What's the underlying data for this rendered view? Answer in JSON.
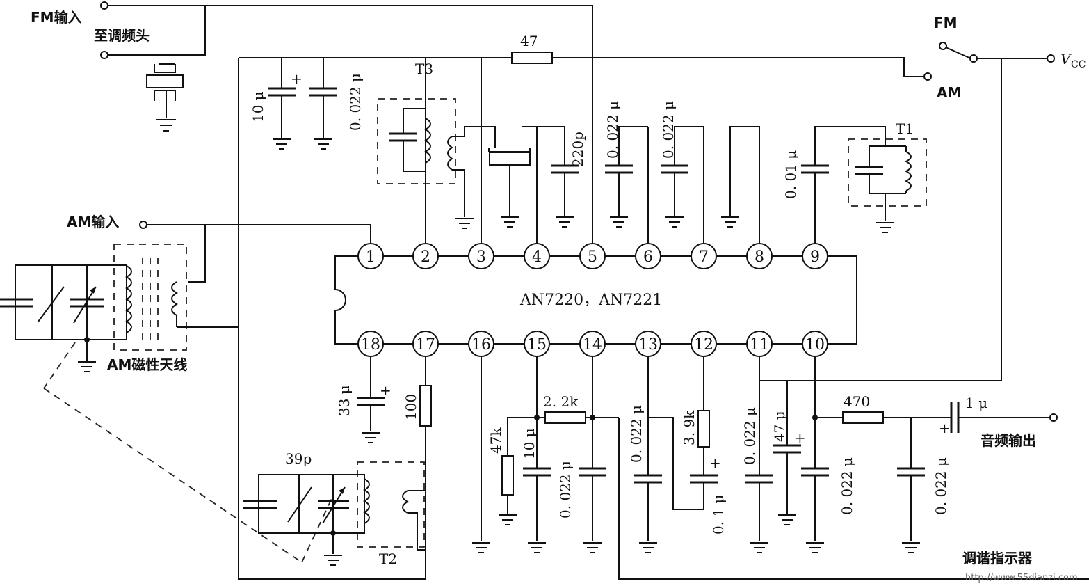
{
  "ic": {
    "name": "AN7220，AN7221"
  },
  "pins_top": [
    "1",
    "2",
    "3",
    "4",
    "5",
    "6",
    "7",
    "8",
    "9"
  ],
  "pins_bottom": [
    "18",
    "17",
    "16",
    "15",
    "14",
    "13",
    "12",
    "11",
    "10"
  ],
  "labels": {
    "fm_input": "FM输入",
    "fm_tuner": "至调频头",
    "am_input": "AM输入",
    "am_antenna": "AM磁性天线",
    "audio_out": "音频输出",
    "tuning_indicator": "调谐指示器",
    "switch_fm": "FM",
    "switch_am": "AM",
    "vcc": "V",
    "vcc_sub": "CC",
    "t1": "T1",
    "t2": "T2",
    "t3": "T3"
  },
  "components": {
    "r_47": "47",
    "c_10u": "10 μ",
    "c_0022_top": "0. 022 μ",
    "c_220p": "220p",
    "c_0022_p5": "0. 022 μ",
    "c_0022_p6": "0. 022 μ",
    "c_001": "0. 01 μ",
    "c_33u": "33 μ",
    "r_100": "100",
    "c_39p": "39p",
    "r_47k": "47k",
    "c_10u_b": "10 μ",
    "r_2k2": "2. 2k",
    "c_0022_p14": "0. 022 μ",
    "c_0022_p13": "0. 022 μ",
    "r_3k9": "3. 9k",
    "c_01u": "0. 1 μ",
    "c_0022_p11": "0. 022 μ",
    "c_47u": "47 μ",
    "c_0022_p10": "0. 022 μ",
    "r_470": "470",
    "c_1u": "1 μ",
    "c_0022_out": "0. 022 μ"
  },
  "watermark": "http://www.55dianzi.com"
}
